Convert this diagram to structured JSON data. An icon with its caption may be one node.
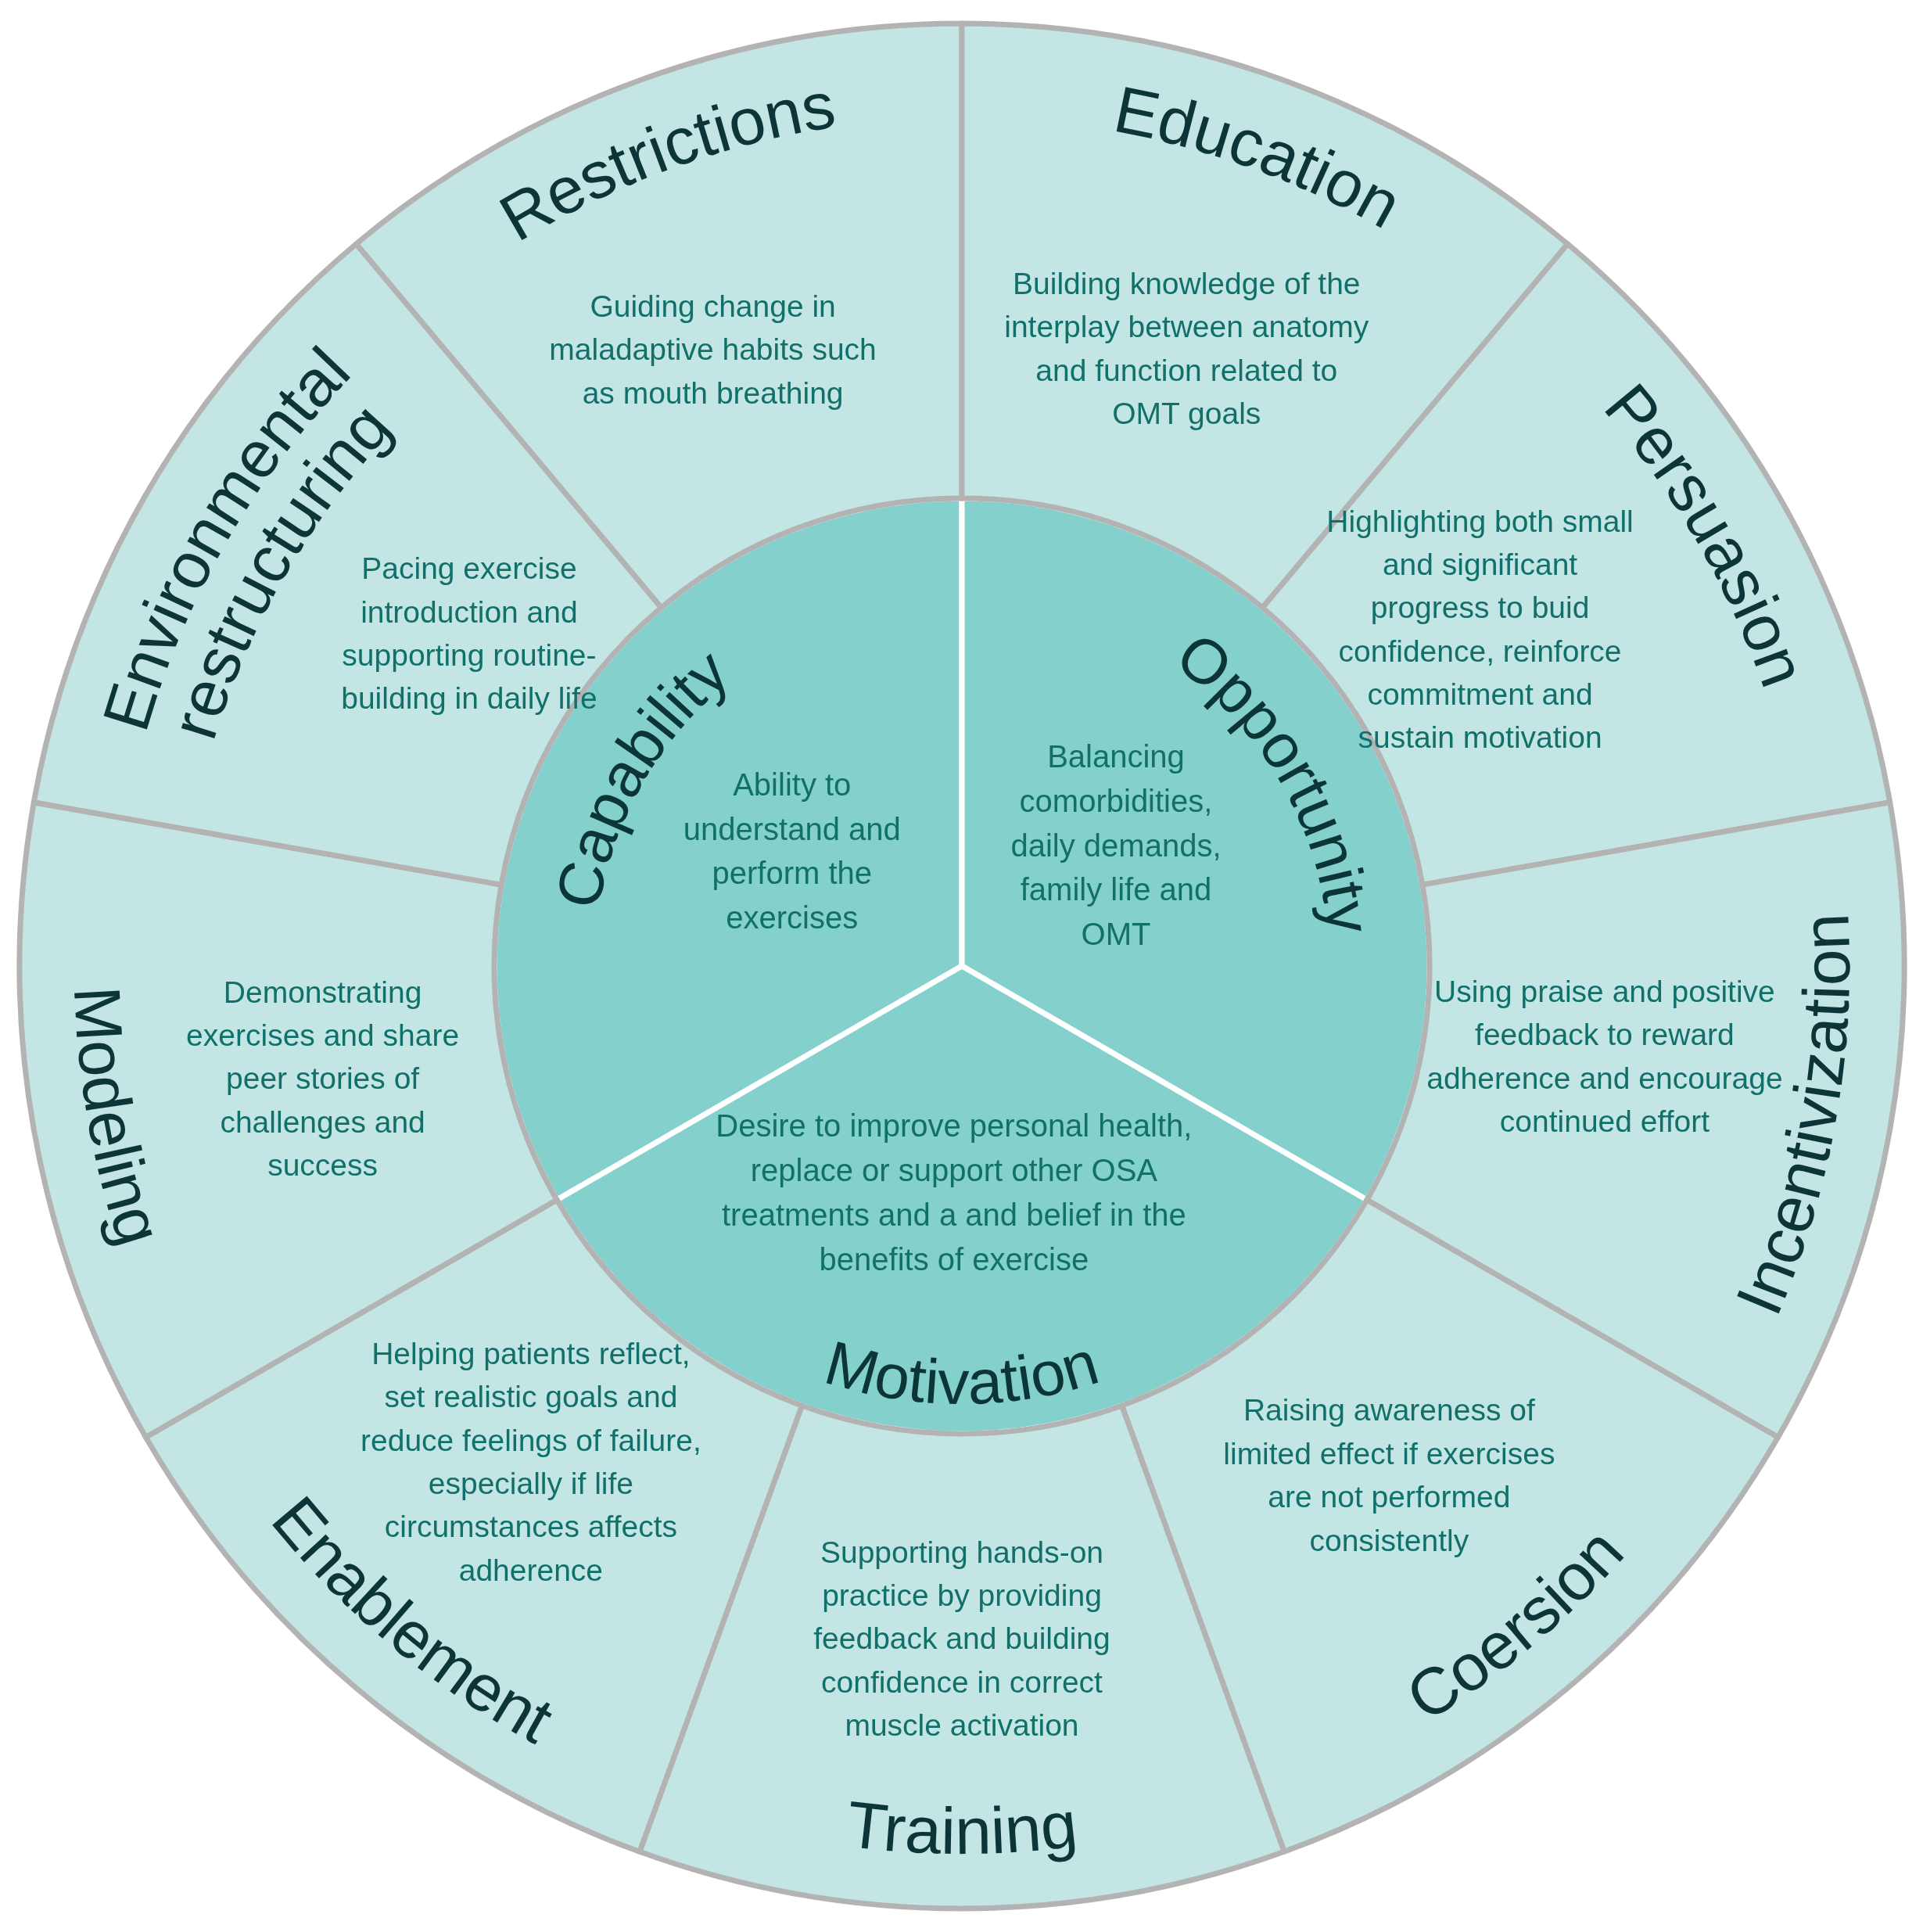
{
  "diagram": {
    "nodes": [
      {
        "text": [
          "Capability",
          "Ability to understand and perform the exercises"
        ]
      },
      {
        "text": [
          "Opportunity",
          "Balancing comorbidities, daily demands, family life and OMT"
        ]
      },
      {
        "text": [
          "Desire to improve personal health, replace or support other OSA treatments and a and belief in the benefits of exercise",
          "Motivation"
        ]
      },
      {
        "text": [
          "Restrictions",
          "Guiding change in maladaptive habits such as mouth breathing"
        ]
      },
      {
        "text": [
          "Education",
          "Building knowledge of the interplay between anatomy and function related to OMT goals"
        ]
      },
      {
        "text": [
          "Persuasion",
          "Highlighting both small and significant progress to buid confidence, reinforce commitment and sustain motivation"
        ]
      },
      {
        "text": [
          "Incentivization",
          "Using praise and positive feedback to reward adherence and encourage continued effort"
        ]
      },
      {
        "text": [
          "Raising awareness of limited effect if exercises are not performed consistently",
          "Coersion"
        ]
      },
      {
        "text": [
          "Supporting hands-on practice by providing feedback and building confidence in correct muscle activation",
          "Training"
        ]
      },
      {
        "text": [
          "Helping patients reflect, set realistic goals and reduce feelings of failure, especially if life circumstances affects adherence",
          "Enablement"
        ]
      },
      {
        "text": [
          "Modeling",
          "Demonstrating exercises and share peer stories of challenges and success"
        ]
      },
      {
        "text": [
          "Environmental restructuring",
          "Pacing exercise introduction and supporting routine-building in daily life"
        ]
      }
    ]
  }
}
